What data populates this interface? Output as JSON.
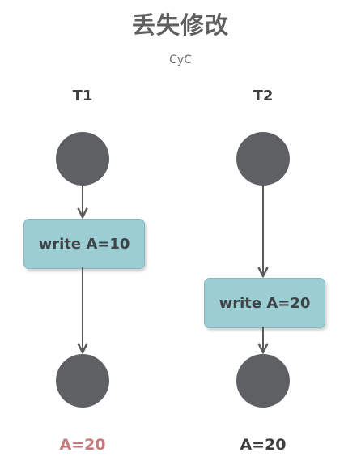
{
  "title": "丢失修改",
  "author": "CyC",
  "transactions": [
    {
      "label": "T1",
      "operation": "write A=10",
      "result": "A=20",
      "result_color": "#c47a7a"
    },
    {
      "label": "T2",
      "operation": "write A=20",
      "result": "A=20",
      "result_color": "#3f3f3f"
    }
  ],
  "colors": {
    "node": "#5f6064",
    "op_box": "#9bcdd3",
    "arrow": "#5a5a5a"
  }
}
